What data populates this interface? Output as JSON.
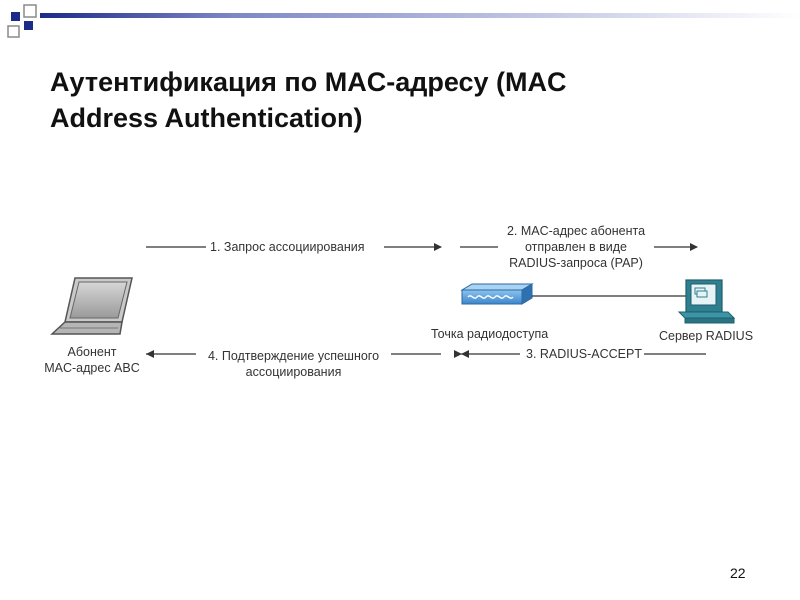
{
  "slide": {
    "title_lines": [
      "Аутентификация по MAC-адресу (MAC",
      "Address Authentication)"
    ],
    "page_number": "22"
  },
  "nodes": {
    "subscriber": {
      "name": "Абонент",
      "mac": "MAC-адрес ABC",
      "icon": "laptop-icon"
    },
    "access_point": {
      "name": "Точка радиодоступа",
      "icon": "access-point-icon"
    },
    "radius_server": {
      "name": "Сервер RADIUS",
      "icon": "server-icon"
    }
  },
  "steps": {
    "step1": "1. Запрос ассоциирования",
    "step2_lines": [
      "2. MAC-адрес абонента",
      "отправлен в виде",
      "RADIUS-запроса (PAP)"
    ],
    "step3": "3. RADIUS-ACCEPT",
    "step4_lines": [
      "4. Подтверждение успешного",
      "ассоциирования"
    ]
  },
  "colors": {
    "accent": "#1c2a8a",
    "deco_gray": "#8a8a8a",
    "ap_blue": "#4f97d9",
    "server_teal": "#3b8a9a"
  }
}
